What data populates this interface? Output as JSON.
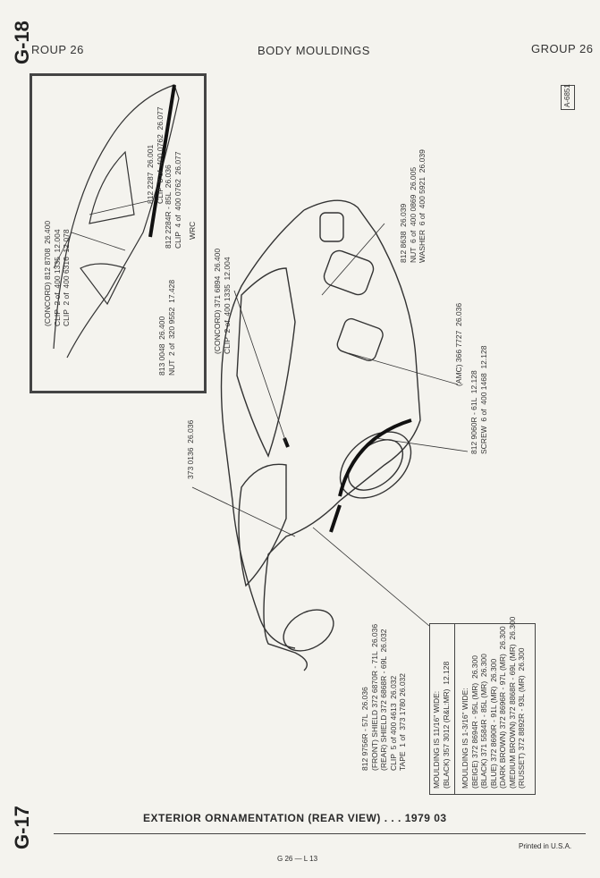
{
  "header": {
    "page_top": "G-18",
    "group_left": "ROUP 26",
    "title": "BODY MOULDINGS",
    "group_right": "GROUP 26",
    "ref_code": "A-6851"
  },
  "inset": {
    "caption": "WRC",
    "labels": [
      [
        "(CONCORD) 812 8708  26.400",
        "CLIP  2 of  400 1335  12.004",
        "CLIP  2 of  400 6316  12.078"
      ],
      [
        "812 2287  26.001",
        "CLIP  8 of  400 0762  26.077"
      ],
      [
        "812 2284R - 85L  26.036",
        "CLIP  4 of  400 0762  26.077"
      ],
      [
        "813 0048  26.400",
        "NUT  2 of  320 9552  17.428"
      ]
    ]
  },
  "callouts": {
    "concord": [
      "(CONCORD) 371 6894  26.400",
      "CLIP  2 of  400 1335  12.004"
    ],
    "part_373": [
      "373 0136  26.036"
    ],
    "nut_washer": [
      "812 8638  26.039",
      "NUT  6 of  400 0869  26.005",
      "WASHER  6 of  400 5921  26.039"
    ],
    "amc": [
      "(AMC) 366 7727  26.036"
    ],
    "screw": [
      "812 9060R - 61L  12.128",
      "SCREW  6 of  400 1468  12.128"
    ],
    "shield": [
      "812 9756R - 57L  26.036",
      "(FRONT) SHIELD 372 6870R - 71L  26.036",
      "(REAR) SHIELD 372 6868R - 69L  26.032",
      "CLIP  5 of 400 4613  26.032",
      "TAPE  1 of  373 1780 26.032"
    ]
  },
  "moulding_box": {
    "narrow": [
      "MOULDING IS 11/16\" WIDE:",
      "(BLACK) 357 3012 (R&L:MR)  12.128"
    ],
    "wide": [
      "MOULDING IS 1-3/16\" WIDE:",
      "(BEIGE) 372 8694R - 95L (MR)  26.300",
      "(BLACK) 371 5584R - 85L (MR)  26.300",
      "(BLUE) 372 8690R - 91L (MR)  26.300",
      "(DARK BROWN) 372 8696R - 97L (MR)  26.300",
      "(MEDIUM BROWN) 372 8868R - 69L (MR)  26.300",
      "(RUSSET) 372 8892R - 93L (MR)  26.300"
    ]
  },
  "footer": {
    "page_bottom": "G-17",
    "title": "EXTERIOR ORNAMENTATION (REAR VIEW) . . . 1979  03",
    "printed": "Printed  in U.S.A.",
    "code": "G 26  —  L 13"
  }
}
